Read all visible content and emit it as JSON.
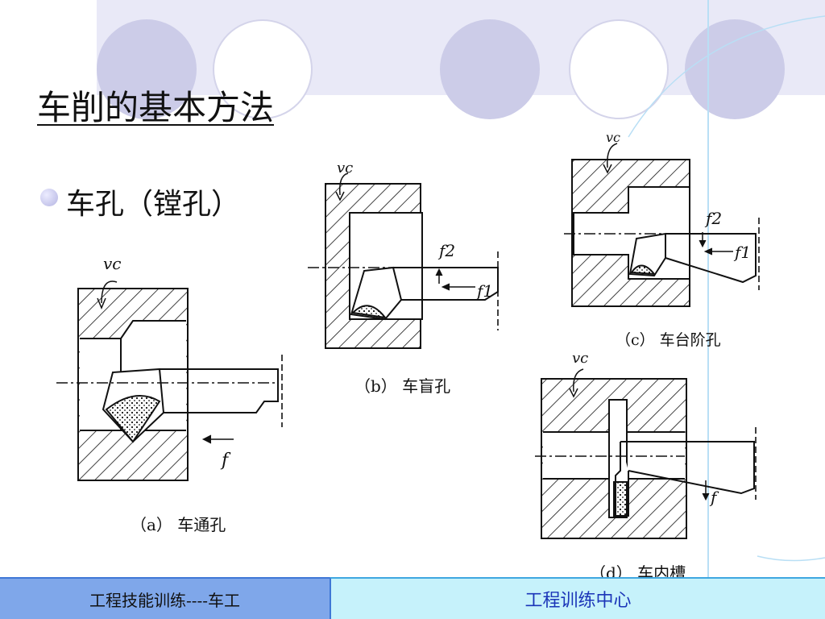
{
  "slide": {
    "title": "车削的基本方法",
    "bullet": "车孔（镗孔）"
  },
  "figures": {
    "a": {
      "caption": "（a） 车通孔",
      "label_vc": "vc",
      "label_f": "f"
    },
    "b": {
      "caption": "（b） 车盲孔",
      "label_vc": "vc",
      "label_f2": "f2",
      "label_f1": "f1"
    },
    "c": {
      "caption": "（c） 车台阶孔",
      "label_vc": "vc",
      "label_f2": "f2",
      "label_f1": "f1"
    },
    "d": {
      "caption": "（d） 车内槽",
      "label_vc": "vc",
      "label_f": "f"
    }
  },
  "footer": {
    "left": "工程技能训练----车工",
    "right": "工程训练中心"
  },
  "colors": {
    "header_band": "#e9e9f7",
    "circle_fill": "#cccce8",
    "footer_left": "#7fa7ea",
    "footer_right": "#c6f2fb",
    "footer_right_text": "#1b35b8"
  }
}
